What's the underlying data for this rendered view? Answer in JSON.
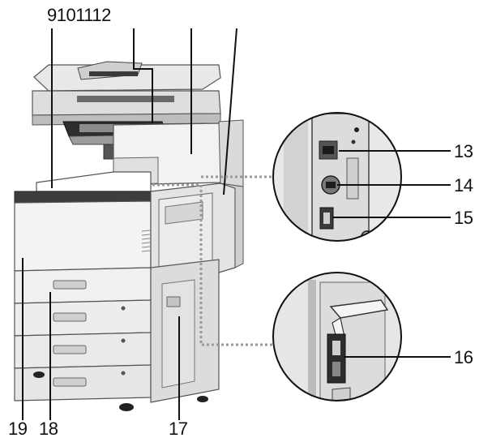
{
  "callouts": {
    "top_group": "9101112",
    "c13": "13",
    "c14": "14",
    "c15": "15",
    "c16": "16",
    "c17": "17",
    "c18": "18",
    "c19": "19"
  },
  "colors": {
    "line": "#111111",
    "dotted": "#9a9a9a",
    "body_light": "#f1f1f1",
    "body_mid": "#d9d9d9",
    "body_dark": "#4a4a4a"
  }
}
